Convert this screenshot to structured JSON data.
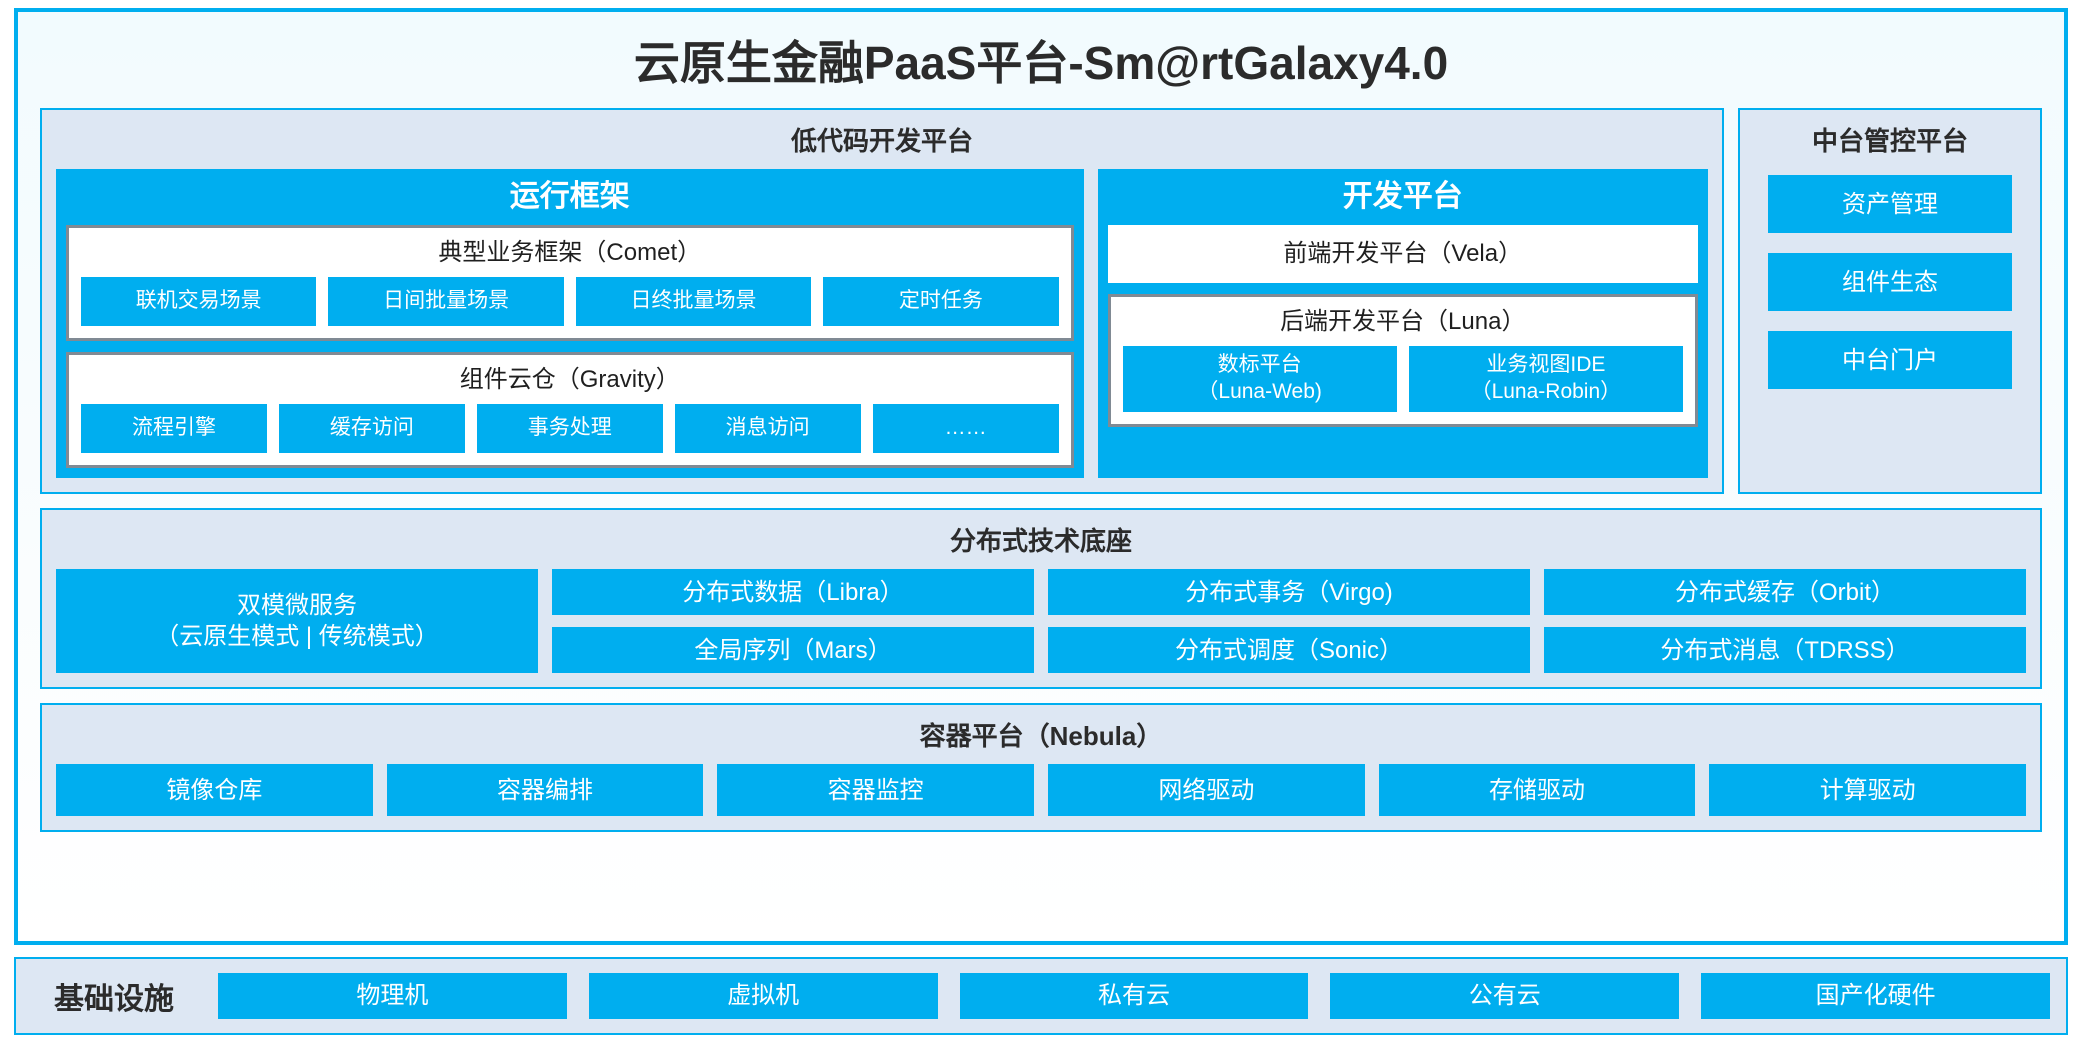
{
  "app": {
    "title": "云原生金融PaaS平台-Sm@rtGalaxy4.0"
  },
  "colors": {
    "accent_blue": "#00AEEF",
    "panel_bg": "#DDE7F3",
    "card_border_grey": "#808A94",
    "text_dark": "#2B2B2B",
    "text_white": "#FFFFFF"
  },
  "lowcode": {
    "title": "低代码开发平台",
    "runtime": {
      "title": "运行框架",
      "comet": {
        "title": "典型业务框架（Comet）",
        "items": [
          "联机交易场景",
          "日间批量场景",
          "日终批量场景",
          "定时任务"
        ]
      },
      "gravity": {
        "title": "组件云仓（Gravity）",
        "items": [
          "流程引擎",
          "缓存访问",
          "事务处理",
          "消息访问",
          "……"
        ]
      }
    },
    "devplatform": {
      "title": "开发平台",
      "vela": "前端开发平台（Vela）",
      "luna": {
        "title": "后端开发平台（Luna）",
        "items": [
          "数标平台\n（Luna-Web)",
          "业务视图IDE\n（Luna-Robin）"
        ]
      }
    }
  },
  "midoffice": {
    "title": "中台管控平台",
    "items": [
      "资产管理",
      "组件生态",
      "中台门户"
    ]
  },
  "distributed": {
    "title": "分布式技术底座",
    "wide_item": "双模微服务\n（云原生模式 | 传统模式）",
    "columns": [
      [
        "分布式数据（Libra）",
        "全局序列（Mars）"
      ],
      [
        "分布式事务（Virgo)",
        "分布式调度（Sonic）"
      ],
      [
        "分布式缓存（Orbit）",
        "分布式消息（TDRSS）"
      ]
    ]
  },
  "container": {
    "title": "容器平台（Nebula）",
    "items": [
      "镜像仓库",
      "容器编排",
      "容器监控",
      "网络驱动",
      "存储驱动",
      "计算驱动"
    ]
  },
  "infrastructure": {
    "label": "基础设施",
    "items": [
      "物理机",
      "虚拟机",
      "私有云",
      "公有云",
      "国产化硬件"
    ]
  }
}
